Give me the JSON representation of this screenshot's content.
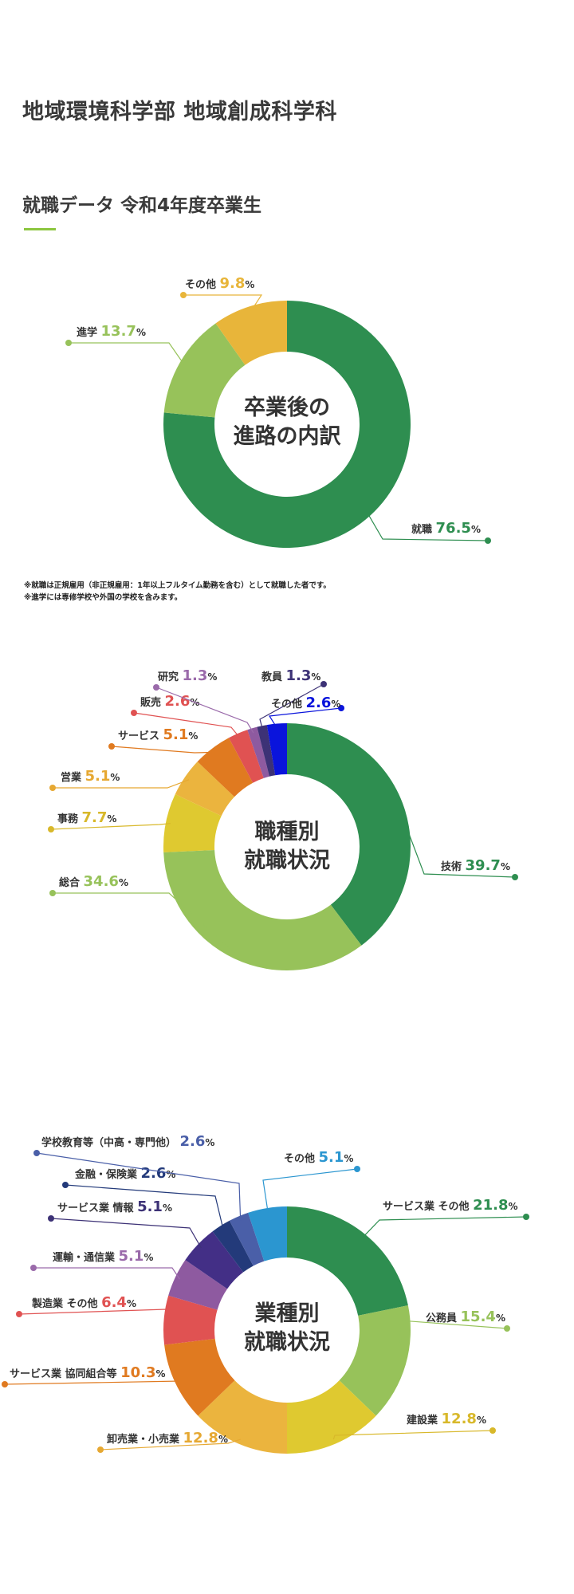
{
  "header": {
    "department": "地域環境科学部 地域創成科学科",
    "data_title": "就職データ 令和4年度卒業生"
  },
  "notes": [
    "※就職は正規雇用（非正規雇用：1年以上フルタイム勤務を含む）として就職した者です。",
    "※進学には専修学校や外国の学校を含みます。"
  ],
  "chart_data": [
    {
      "type": "pie",
      "variant": "donut",
      "center_label": [
        "卒業後の",
        "進路の内訳"
      ],
      "unit": "%",
      "slices": [
        {
          "name": "就職",
          "value": 76.5,
          "color": "#2e8e50",
          "label_color": "#2e8e50"
        },
        {
          "name": "進学",
          "value": 13.7,
          "color": "#97c25a",
          "label_color": "#97c25a"
        },
        {
          "name": "その他",
          "value": 9.8,
          "color": "#e8b53a",
          "label_color": "#e8b53a"
        }
      ]
    },
    {
      "type": "pie",
      "variant": "donut",
      "center_label": [
        "職種別",
        "就職状況"
      ],
      "unit": "%",
      "slices": [
        {
          "name": "技術",
          "value": 39.7,
          "color": "#2e8e50",
          "label_color": "#2e8e50"
        },
        {
          "name": "総合",
          "value": 34.6,
          "color": "#97c25a",
          "label_color": "#97c25a"
        },
        {
          "name": "事務",
          "value": 7.7,
          "color": "#dfc930",
          "label_color": "#d8b82a"
        },
        {
          "name": "営業",
          "value": 5.1,
          "color": "#ebb43e",
          "label_color": "#e6a832"
        },
        {
          "name": "サービス",
          "value": 5.1,
          "color": "#e07a20",
          "label_color": "#e07a20"
        },
        {
          "name": "販売",
          "value": 2.6,
          "color": "#e05252",
          "label_color": "#e05252"
        },
        {
          "name": "研究",
          "value": 1.3,
          "color": "#8e5aa0",
          "label_color": "#9a6aaa"
        },
        {
          "name": "教員",
          "value": 1.3,
          "color": "#3d3276",
          "label_color": "#3d3276"
        },
        {
          "name": "その他",
          "value": 2.6,
          "color": "#0a14dc",
          "label_color": "#0a14dc"
        }
      ]
    },
    {
      "type": "pie",
      "variant": "donut",
      "center_label": [
        "業種別",
        "就職状況"
      ],
      "unit": "%",
      "slices": [
        {
          "name": "サービス業 その他",
          "value": 21.8,
          "color": "#2e8e50",
          "label_color": "#2e8e50"
        },
        {
          "name": "公務員",
          "value": 15.4,
          "color": "#97c25a",
          "label_color": "#97c25a"
        },
        {
          "name": "建設業",
          "value": 12.8,
          "color": "#dfc930",
          "label_color": "#d8b82a"
        },
        {
          "name": "卸売業・小売業",
          "value": 12.8,
          "color": "#ebb43e",
          "label_color": "#e6a832"
        },
        {
          "name": "サービス業 協同組合等",
          "value": 10.3,
          "color": "#e07a20",
          "label_color": "#e07a20"
        },
        {
          "name": "製造業 その他",
          "value": 6.4,
          "color": "#e05252",
          "label_color": "#e05252"
        },
        {
          "name": "運輸・通信業",
          "value": 5.1,
          "color": "#8e5aa0",
          "label_color": "#9a6aaa"
        },
        {
          "name": "サービス業 情報",
          "value": 5.1,
          "color": "#432f86",
          "label_color": "#3d3276"
        },
        {
          "name": "金融・保険業",
          "value": 2.6,
          "color": "#233a7a",
          "label_color": "#233a7a"
        },
        {
          "name": "学校教育等（中高・専門他）",
          "value": 2.6,
          "color": "#4a5fa8",
          "label_color": "#4a5fa8"
        },
        {
          "name": "その他",
          "value": 5.1,
          "color": "#2b96d0",
          "label_color": "#2b96d0"
        }
      ]
    }
  ]
}
